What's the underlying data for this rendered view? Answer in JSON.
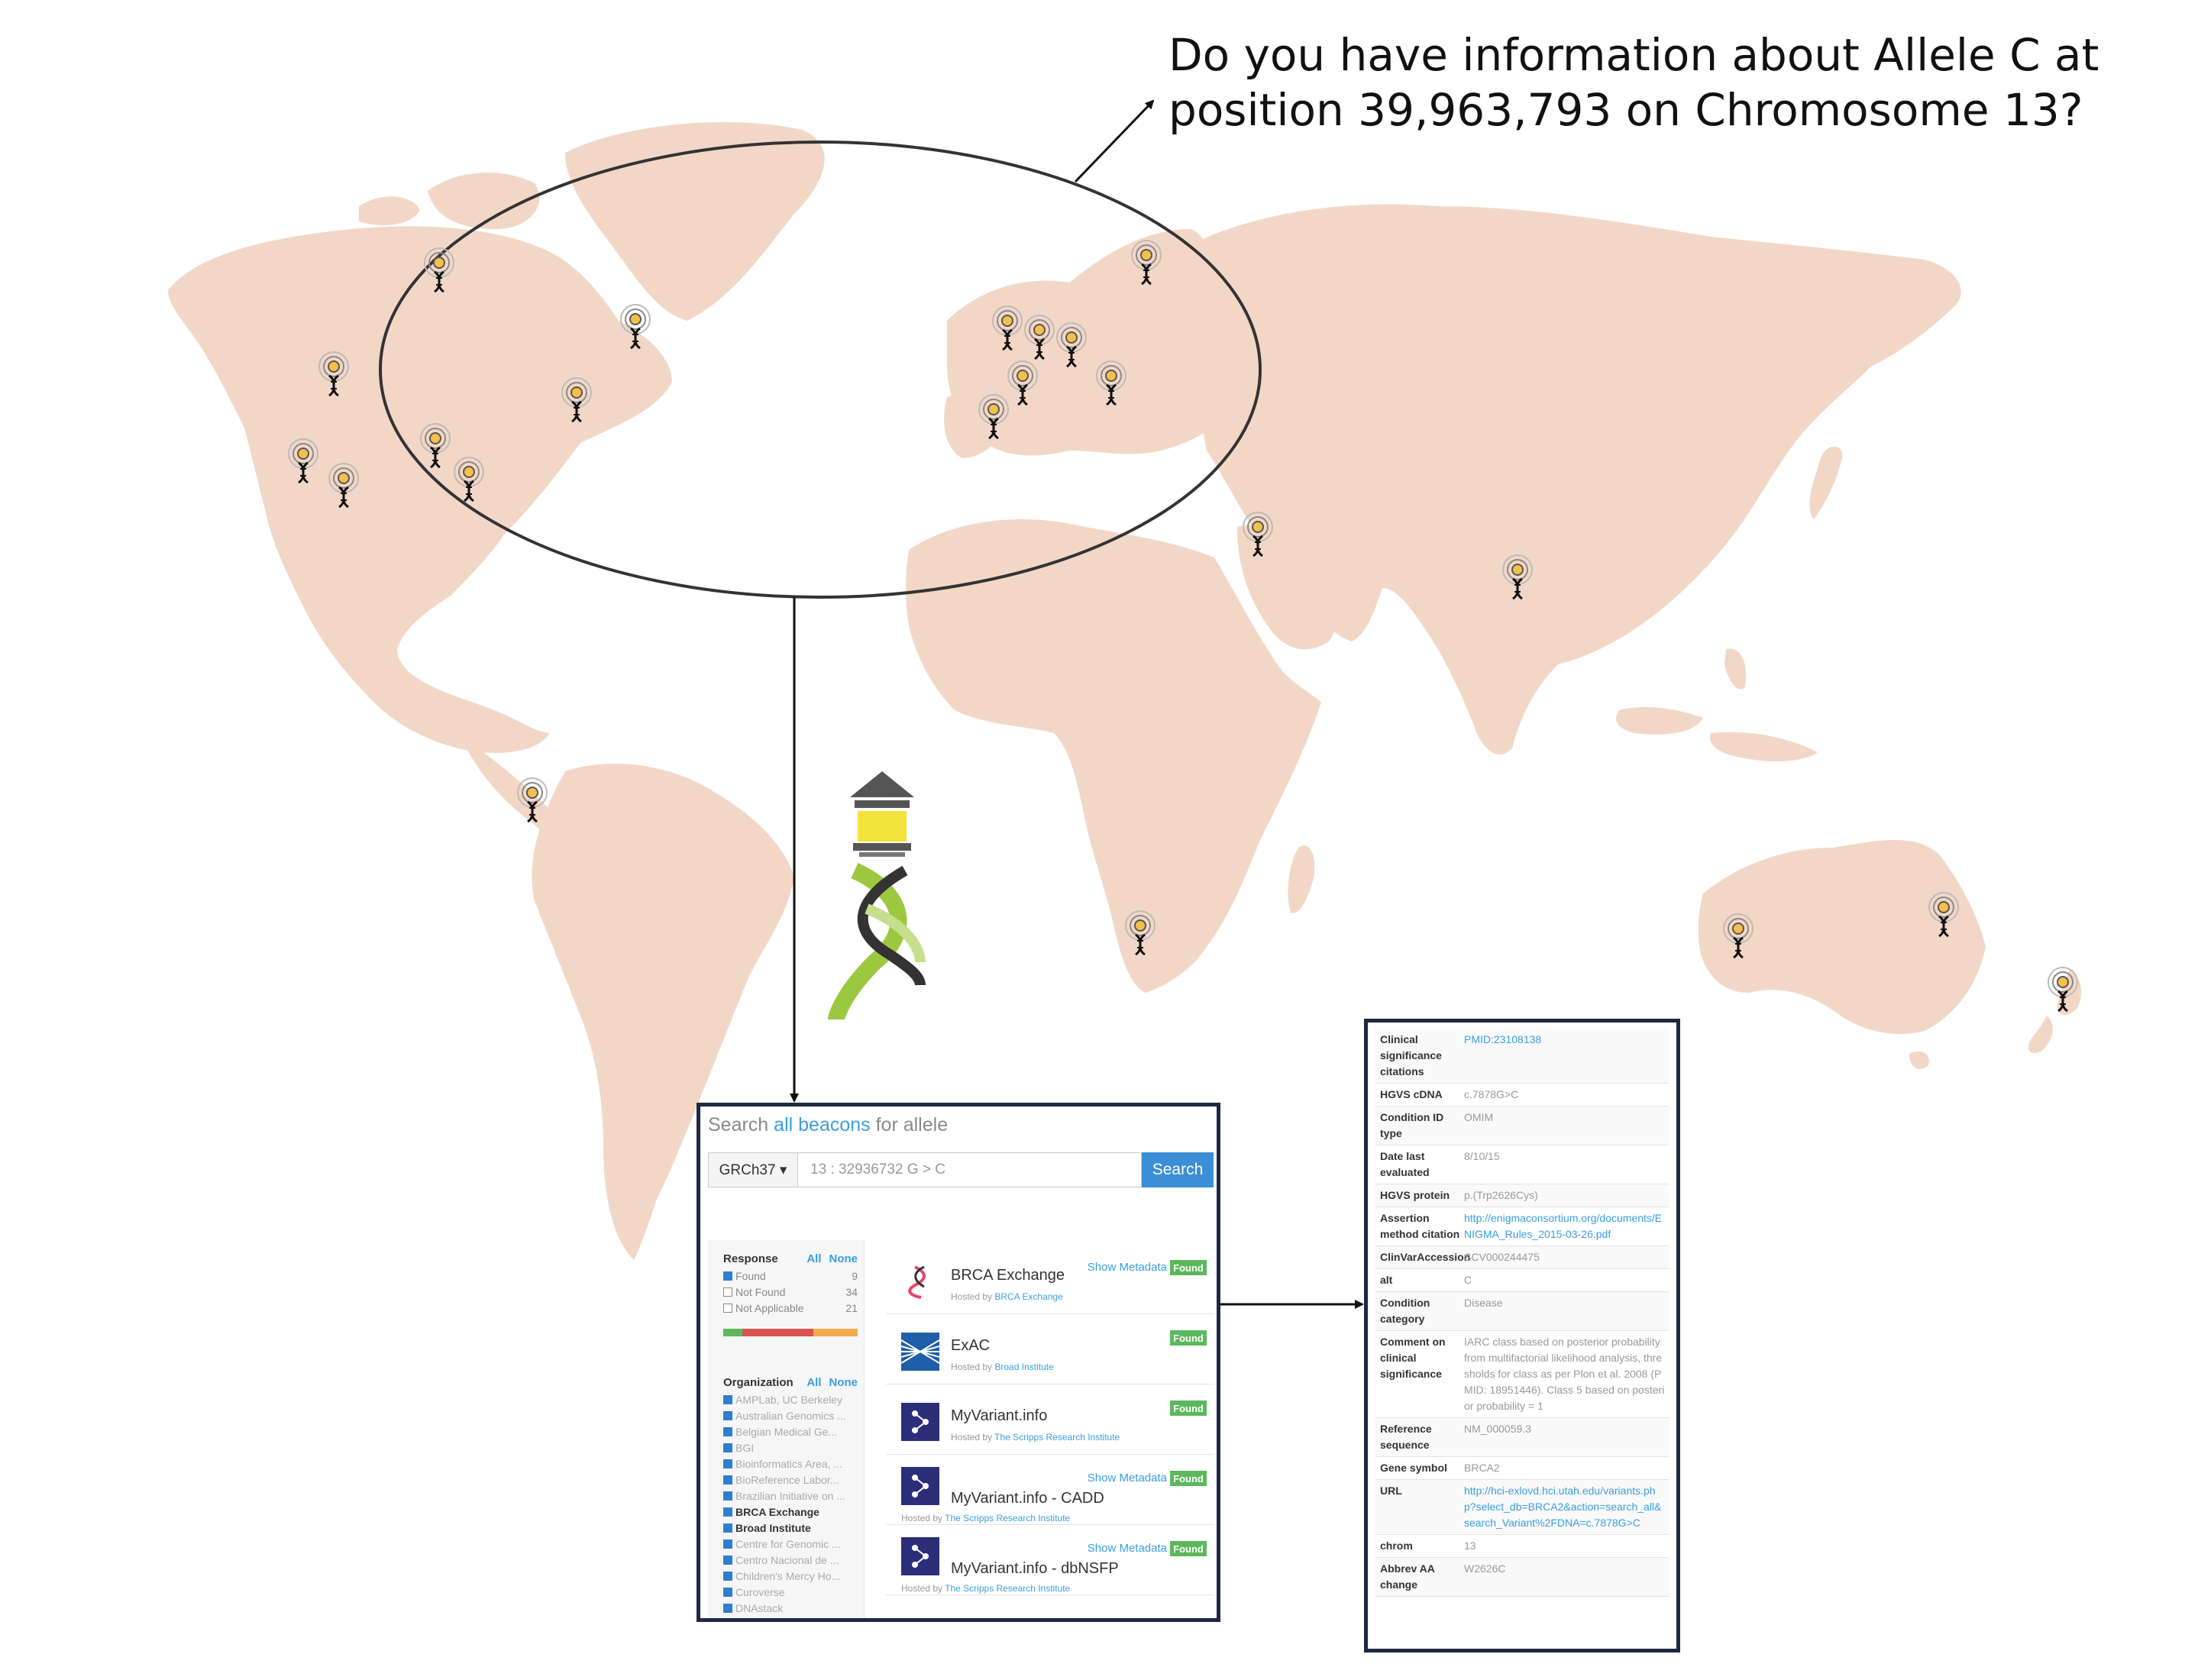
{
  "question": "Do you have information about Allele C at position 39,963,793 on Chromosome 13?",
  "colors": {
    "land": "#f3d7c6",
    "frame": "#1c2940",
    "link": "#3a9ee0",
    "found": "#5cb85c",
    "search_button": "#3b8fd6"
  },
  "icons": {
    "beacon_marker": "dna-beacon-icon",
    "logo": "beacon-lighthouse-dna-logo"
  },
  "search": {
    "title_prefix": "Search ",
    "title_link": "all beacons",
    "title_suffix": " for allele",
    "assembly": "GRCh37 ▾",
    "query": "13 : 32936732 G > C",
    "button": "Search"
  },
  "filters": {
    "response_label": "Response",
    "all_label": "All",
    "none_label": "None",
    "response_items": [
      {
        "label": "Found",
        "count": "9",
        "checked": true
      },
      {
        "label": "Not Found",
        "count": "34",
        "checked": false
      },
      {
        "label": "Not Applicable",
        "count": "21",
        "checked": false
      }
    ],
    "organization_label": "Organization",
    "organizations": [
      "AMPLab, UC Berkeley",
      "Australian Genomics ...",
      "Belgian Medical Ge...",
      "BGI",
      "Bioinformatics Area, ...",
      "BioReference Labor...",
      "Brazilian Initiative on ...",
      "BRCA Exchange",
      "Broad Institute",
      "Centre for Genomic ...",
      "Centro Nacional de ...",
      "Children's Mercy Ho...",
      "Curoverse",
      "DNAstack"
    ]
  },
  "results": [
    {
      "name": "BRCA Exchange",
      "hosted_prefix": "Hosted by ",
      "host": "BRCA Exchange",
      "meta": "Show Metadata",
      "status": "Found"
    },
    {
      "name": "ExAC",
      "hosted_prefix": "Hosted by ",
      "host": "Broad Institute",
      "meta": "",
      "status": "Found"
    },
    {
      "name": "MyVariant.info",
      "hosted_prefix": "Hosted by ",
      "host": "The Scripps Research Institute",
      "meta": "",
      "status": "Found"
    },
    {
      "name": "MyVariant.info - CADD",
      "hosted_prefix": "Hosted by ",
      "host": "The Scripps Research Institute",
      "meta": "Show Metadata",
      "status": "Found"
    },
    {
      "name": "MyVariant.info - dbNSFP",
      "hosted_prefix": "Hosted by ",
      "host": "The Scripps Research Institute",
      "meta": "Show Metadata",
      "status": "Found"
    }
  ],
  "metadata": [
    {
      "key": "Clinical significance citations",
      "value": "PMID:23108138",
      "link": true
    },
    {
      "key": "HGVS cDNA",
      "value": "c.7878G>C",
      "link": false
    },
    {
      "key": "Condition ID type",
      "value": "OMIM",
      "link": false
    },
    {
      "key": "Date last evaluated",
      "value": "8/10/15",
      "link": false
    },
    {
      "key": "HGVS protein",
      "value": "p.(Trp2626Cys)",
      "link": false
    },
    {
      "key": "Assertion method citation",
      "value": "http://enigmaconsortium.org/documents/ENIGMA_Rules_2015-03-26.pdf",
      "link": true
    },
    {
      "key": "ClinVarAccession",
      "value": "SCV000244475",
      "link": false
    },
    {
      "key": "alt",
      "value": "C",
      "link": false
    },
    {
      "key": "Condition category",
      "value": "Disease",
      "link": false
    },
    {
      "key": "Comment on clinical significance",
      "value": "IARC class based on posterior probability from multifactorial likelihood analysis, thresholds for class as per Plon et al. 2008 (PMID: 18951446). Class 5 based on posterior probability = 1",
      "link": false
    },
    {
      "key": "Reference sequence",
      "value": "NM_000059.3",
      "link": false
    },
    {
      "key": "Gene symbol",
      "value": "BRCA2",
      "link": false
    },
    {
      "key": "URL",
      "value": "http://hci-exlovd.hci.utah.edu/variants.php?select_db=BRCA2&action=search_all&search_Variant%2FDNA=c.7878G>C",
      "link": true
    },
    {
      "key": "chrom",
      "value": "13",
      "link": false
    },
    {
      "key": "Abbrev AA change",
      "value": "W2626C",
      "link": false
    }
  ]
}
